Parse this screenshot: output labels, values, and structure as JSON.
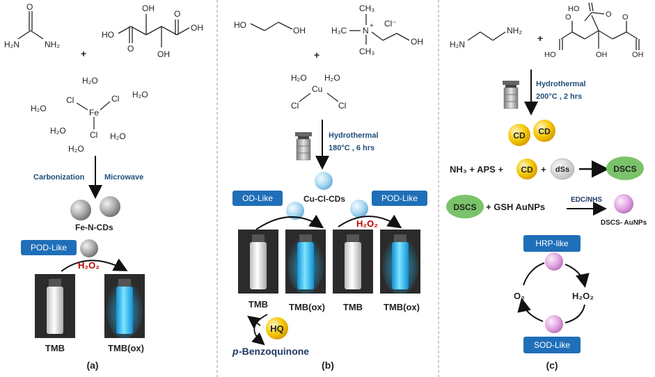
{
  "panel_a": {
    "label": "(a)",
    "urea": {
      "h2n": "H₂N",
      "nh2": "NH₂"
    },
    "plus": "+",
    "tartaric": {
      "ho": "HO",
      "oh_top": "OH",
      "oh": "OH",
      "oh_bottom": "OH"
    },
    "fecl3": {
      "fe": "Fe",
      "cl": "Cl",
      "water": "H₂O"
    },
    "carbonization": "Carbonization",
    "microwave": "Microwave",
    "product": "Fe-N-CDs",
    "pod_like": "POD-Like",
    "h2o2": "H₂O₂",
    "tmb": "TMB",
    "tmb_ox": "TMB(ox)"
  },
  "panel_b": {
    "label": "(b)",
    "glycol": {
      "ho": "HO",
      "oh": "OH"
    },
    "choline": {
      "ch3": "CH₃",
      "h3c": "H₃C",
      "n": "N",
      "plus_charge": "+",
      "cl": "Cl⁻",
      "oh": "OH"
    },
    "plus": "+",
    "cucl2": {
      "cu": "Cu",
      "cl": "Cl",
      "water": "H₂O"
    },
    "hydrothermal": "Hydrothermal",
    "conditions": "180°C , 6 hrs",
    "product": "Cu-Cl-CDs",
    "od_like": "OD-Like",
    "pod_like": "POD-Like",
    "h2o2": "H₂O₂",
    "tmb": "TMB",
    "tmb_ox": "TMB(ox)",
    "hq": "HQ",
    "benzoquinone_prefix": "p",
    "benzoquinone": "-Benzoquinone"
  },
  "panel_c": {
    "label": "(c)",
    "ethylenediamine": {
      "h2n": "H₂N",
      "nh2": "NH₂"
    },
    "plus": "+",
    "citric": {
      "ho": "HO",
      "oh": "OH",
      "o": "O"
    },
    "hydrothermal": "Hydrothermal",
    "conditions": "200°C , 2 hrs",
    "cd": "CD",
    "eq1": {
      "nh3": "NH₃ + APS +",
      "plus": "+",
      "dss": "dSs",
      "product": "DSCS"
    },
    "eq2": {
      "dscs": "DSCS",
      "gsh": "+ GSH AuNPs",
      "reagent": "EDC/NHS",
      "product": "DSCS- AuNPs"
    },
    "hrp_like": "HRP-like",
    "sod_like": "SOD-Like",
    "o2": "O₂",
    "h2o2": "H₂O₂"
  },
  "colors": {
    "label_box": "#1f6fb8",
    "cd_yellow": "#f6c700",
    "dscs_green": "#7ac36a",
    "dss_gray": "#d9d9d9",
    "pink_sphere": "#e6a8e6",
    "blue_sphere": "#a9d8f2",
    "gray_sphere": "#9c9c9c",
    "vial_glow": "#27c3ff"
  }
}
